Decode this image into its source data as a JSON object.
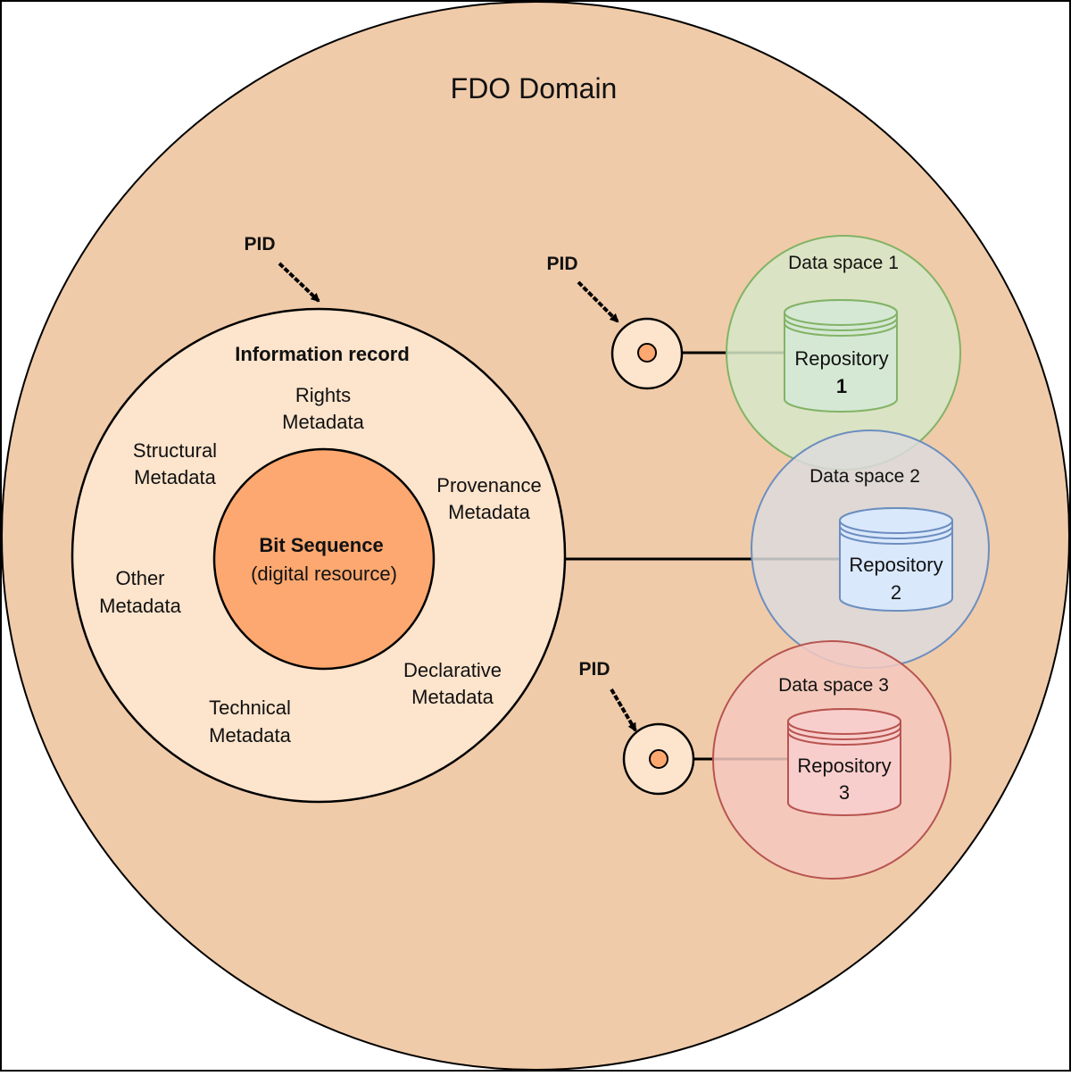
{
  "domain_title": "FDO Domain",
  "pid_label": "PID",
  "info_record": {
    "title": "Information record",
    "metadata": {
      "rights": [
        "Rights",
        "Metadata"
      ],
      "structural": [
        "Structural",
        "Metadata"
      ],
      "provenance": [
        "Provenance",
        "Metadata"
      ],
      "other": [
        "Other",
        "Metadata"
      ],
      "declarative": [
        "Declarative",
        "Metadata"
      ],
      "technical": [
        "Technical",
        "Metadata"
      ]
    }
  },
  "bit_sequence": {
    "title": "Bit Sequence",
    "subtitle": "(digital resource)"
  },
  "data_spaces": [
    {
      "label": "Data space 1",
      "repo_label": "Repository",
      "repo_num": "1",
      "fill": "#d6e8c8",
      "stroke": "#82b366",
      "cyl_fill": "#d5e8d4"
    },
    {
      "label": "Data space 2",
      "repo_label": "Repository",
      "repo_num": "2",
      "fill": "#dcdadc",
      "stroke": "#6c8ebf",
      "cyl_fill": "#dae8fc"
    },
    {
      "label": "Data space 3",
      "repo_label": "Repository",
      "repo_num": "3",
      "fill": "#f4c9c0",
      "stroke": "#b85450",
      "cyl_fill": "#f8cecc"
    }
  ],
  "colors": {
    "domain_fill": "#f0cba9",
    "record_fill": "#fde4cc",
    "bit_fill": "#fda870",
    "pid_dot": "#fda870",
    "pid_node_fill": "#fde4cc"
  }
}
